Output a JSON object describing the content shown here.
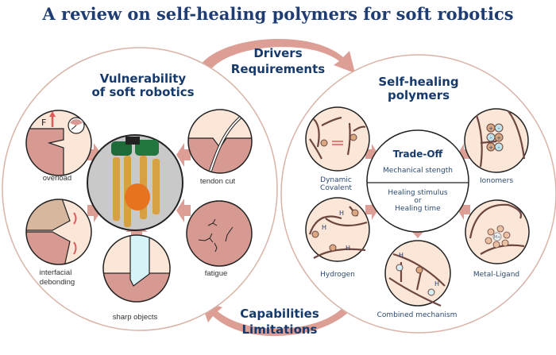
{
  "title": "A review on self-healing polymers for soft robotics",
  "connectors": {
    "top": {
      "line1": "Drivers",
      "line2": "Requirements"
    },
    "bottom": {
      "line1": "Capabilities",
      "line2": "Limitations"
    }
  },
  "left_panel": {
    "heading_line1": "Vulnerability",
    "heading_line2": "of soft robotics",
    "force_symbol": "F",
    "items": [
      {
        "label": "overload"
      },
      {
        "label": "tendon cut"
      },
      {
        "label_line1": "interfacial",
        "label_line2": "debonding"
      },
      {
        "label": "fatigue"
      },
      {
        "label": "sharp objects"
      }
    ]
  },
  "right_panel": {
    "heading_line1": "Self-healing",
    "heading_line2": "polymers",
    "trade_off": {
      "title": "Trade-Off",
      "top": "Mechanical stength",
      "bottom_line1": "Healing stimulus",
      "bottom_line2": "or",
      "bottom_line3": "Healing time"
    },
    "items": [
      {
        "label_line1": "Dynamic",
        "label_line2": "Covalent"
      },
      {
        "label": "Ionomers"
      },
      {
        "label": "Hydrogen"
      },
      {
        "label": "Metal-Ligand"
      },
      {
        "label": "Combined mechanism"
      }
    ],
    "symbols": {
      "h": "H",
      "plus": "+",
      "minus": "-",
      "metal": "M+"
    }
  },
  "colors": {
    "title": "#1f3d73",
    "accent": "#d79a92",
    "cream": "#fbe6d8"
  }
}
